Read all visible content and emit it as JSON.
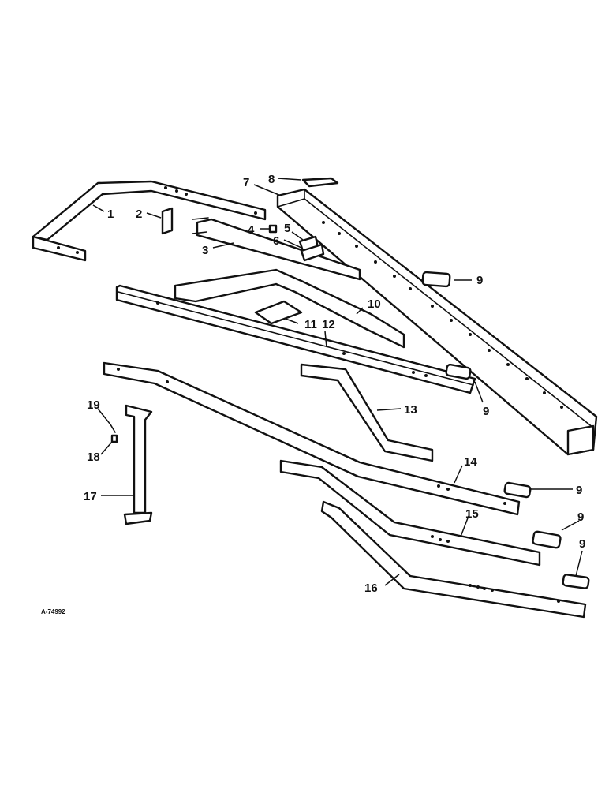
{
  "figure": {
    "reference": "A-74992"
  },
  "callouts": [
    {
      "id": "c1",
      "label": "1"
    },
    {
      "id": "c2",
      "label": "2"
    },
    {
      "id": "c3",
      "label": "3"
    },
    {
      "id": "c4",
      "label": "4"
    },
    {
      "id": "c5",
      "label": "5"
    },
    {
      "id": "c6",
      "label": "6"
    },
    {
      "id": "c7",
      "label": "7"
    },
    {
      "id": "c8",
      "label": "8"
    },
    {
      "id": "c9a",
      "label": "9"
    },
    {
      "id": "c9b",
      "label": "9"
    },
    {
      "id": "c9c",
      "label": "9"
    },
    {
      "id": "c9d",
      "label": "9"
    },
    {
      "id": "c9e",
      "label": "9"
    },
    {
      "id": "c10",
      "label": "10"
    },
    {
      "id": "c11",
      "label": "11"
    },
    {
      "id": "c12",
      "label": "12"
    },
    {
      "id": "c13",
      "label": "13"
    },
    {
      "id": "c14",
      "label": "14"
    },
    {
      "id": "c15",
      "label": "15"
    },
    {
      "id": "c16",
      "label": "16"
    },
    {
      "id": "c17",
      "label": "17"
    },
    {
      "id": "c18",
      "label": "18"
    },
    {
      "id": "c19",
      "label": "19"
    }
  ],
  "colors": {
    "line": "#111111",
    "background": "#ffffff"
  }
}
